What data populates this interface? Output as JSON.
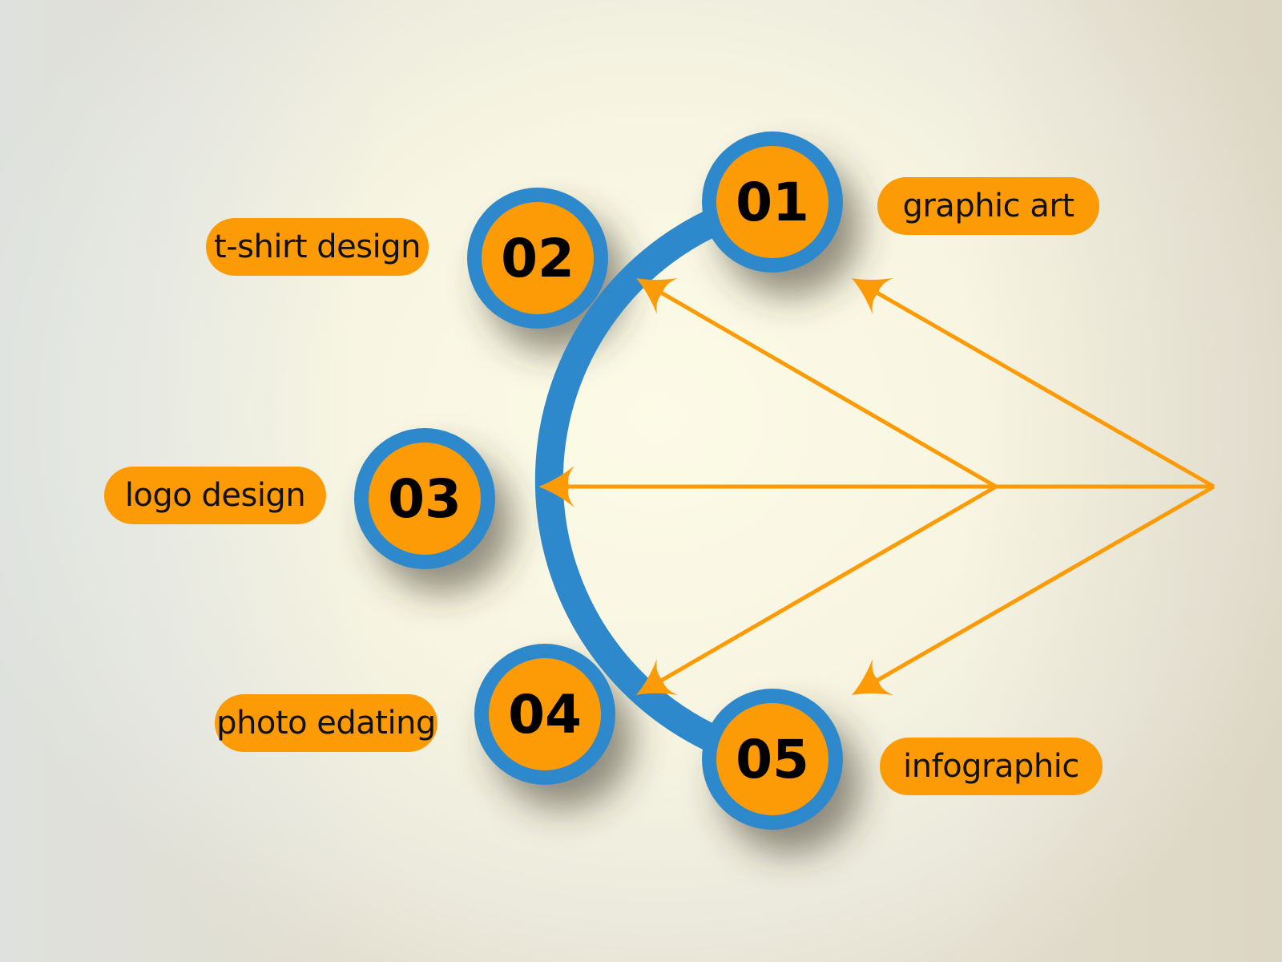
{
  "colors": {
    "ring": "#2e89cc",
    "fill": "#fd9b06",
    "arrow": "#fd9b06"
  },
  "steps": [
    {
      "number": "01",
      "label": "graphic art"
    },
    {
      "number": "02",
      "label": "t-shirt design"
    },
    {
      "number": "03",
      "label": "logo design"
    },
    {
      "number": "04",
      "label": "photo edating"
    },
    {
      "number": "05",
      "label": "infographic"
    }
  ]
}
